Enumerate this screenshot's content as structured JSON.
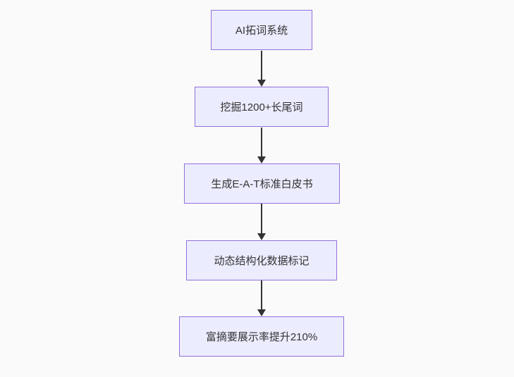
{
  "diagram": {
    "type": "flowchart",
    "direction": "top-down",
    "colors": {
      "background": "#fafafa",
      "node_fill": "#ECECFF",
      "node_border": "#9370DB",
      "node_text": "#333333",
      "arrow": "#333333"
    },
    "nodes": [
      {
        "label": "AI拓词系统"
      },
      {
        "label": "挖掘1200+长尾词"
      },
      {
        "label": "生成E-A-T标准白皮书"
      },
      {
        "label": "动态结构化数据标记"
      },
      {
        "label": "富摘要展示率提升210%"
      }
    ],
    "edges": [
      {
        "from": 0,
        "to": 1,
        "style": "arrow"
      },
      {
        "from": 1,
        "to": 2,
        "style": "arrow"
      },
      {
        "from": 2,
        "to": 3,
        "style": "arrow"
      },
      {
        "from": 3,
        "to": 4,
        "style": "arrow"
      }
    ]
  }
}
